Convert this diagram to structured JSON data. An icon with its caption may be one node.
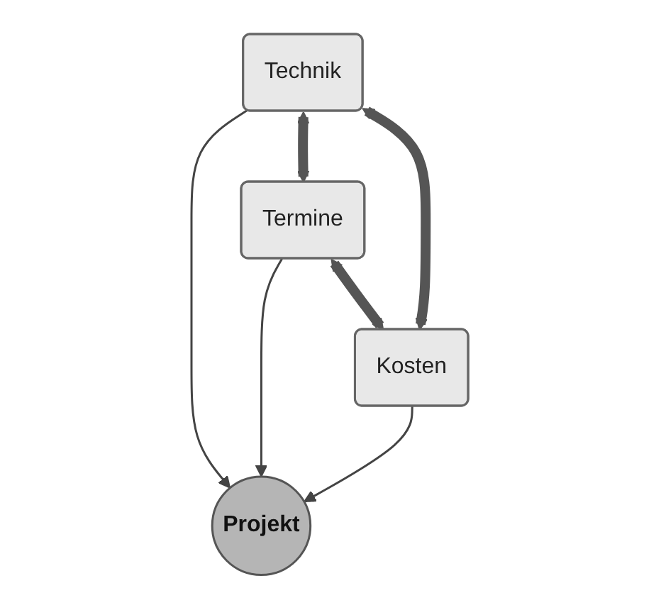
{
  "diagram": {
    "nodes": [
      {
        "text": [
          "Technik"
        ]
      },
      {
        "text": [
          "Projekt"
        ]
      },
      {
        "text": [
          "Termine"
        ]
      },
      {
        "text": [
          "Kosten"
        ]
      }
    ],
    "edges": [
      {
        "from": 0,
        "to": 1,
        "arrow": "to"
      },
      {
        "from": 0,
        "to": 2,
        "arrow": "both",
        "style": "thick"
      },
      {
        "from": 0,
        "to": 3,
        "arrow": "both",
        "style": "thick"
      },
      {
        "from": 2,
        "to": 1,
        "arrow": "to"
      },
      {
        "from": 3,
        "to": 1,
        "arrow": "to"
      },
      {
        "from": 2,
        "to": 3,
        "arrow": "both",
        "style": "thick"
      }
    ]
  }
}
